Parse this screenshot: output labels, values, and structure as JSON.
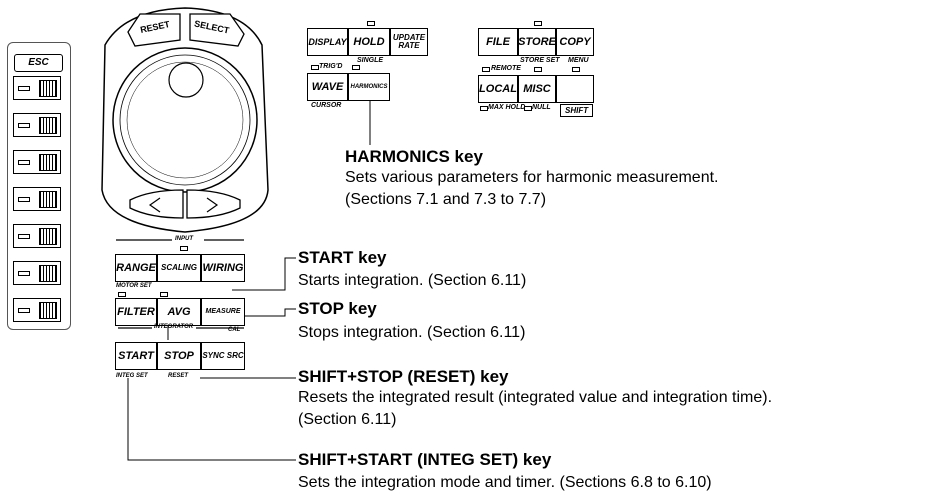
{
  "keys": {
    "esc": "ESC",
    "reset": "RESET",
    "select": "SELECT",
    "display": "DISPLAY",
    "hold": "HOLD",
    "update_rate": "UPDATE RATE",
    "single": "SINGLE",
    "file": "FILE",
    "store": "STORE",
    "copy": "COPY",
    "store_set": "STORE SET",
    "menu": "MENU",
    "trigd": "TRIG'D",
    "wave": "WAVE",
    "harmonics": "HARMONICS",
    "cursor": "CURSOR",
    "remote": "REMOTE",
    "local": "LOCAL",
    "misc": "MISC",
    "max_hold": "MAX HOLD",
    "null": "NULL",
    "shift": "SHIFT",
    "input": "INPUT",
    "range": "RANGE",
    "scaling": "SCALING",
    "wiring": "WIRING",
    "motor_set": "MOTOR SET",
    "filter": "FILTER",
    "avg": "AVG",
    "measure": "MEASURE",
    "cal": "CAL",
    "integrator": "INTEGRATOR",
    "start": "START",
    "stop": "STOP",
    "sync_src": "SYNC SRC",
    "integ_set": "INTEG SET",
    "reset_label": "RESET"
  },
  "annotations": {
    "harmonics": {
      "title": "HARMONICS key",
      "desc1": "Sets various parameters for harmonic measurement.",
      "desc2": "(Sections 7.1 and 7.3 to 7.7)"
    },
    "start": {
      "title": "START key",
      "desc1": "Starts integration.  (Section 6.11)"
    },
    "stop": {
      "title": "STOP key",
      "desc1": "Stops integration.  (Section 6.11)"
    },
    "shift_stop": {
      "title": "SHIFT+STOP (RESET) key",
      "desc1": "Resets the integrated result (integrated value and integration time).",
      "desc2": "(Section 6.11)"
    },
    "shift_start": {
      "title": "SHIFT+START (INTEG SET) key",
      "desc1": "Sets the integration mode and timer.  (Sections 6.8 to 6.10)"
    }
  }
}
